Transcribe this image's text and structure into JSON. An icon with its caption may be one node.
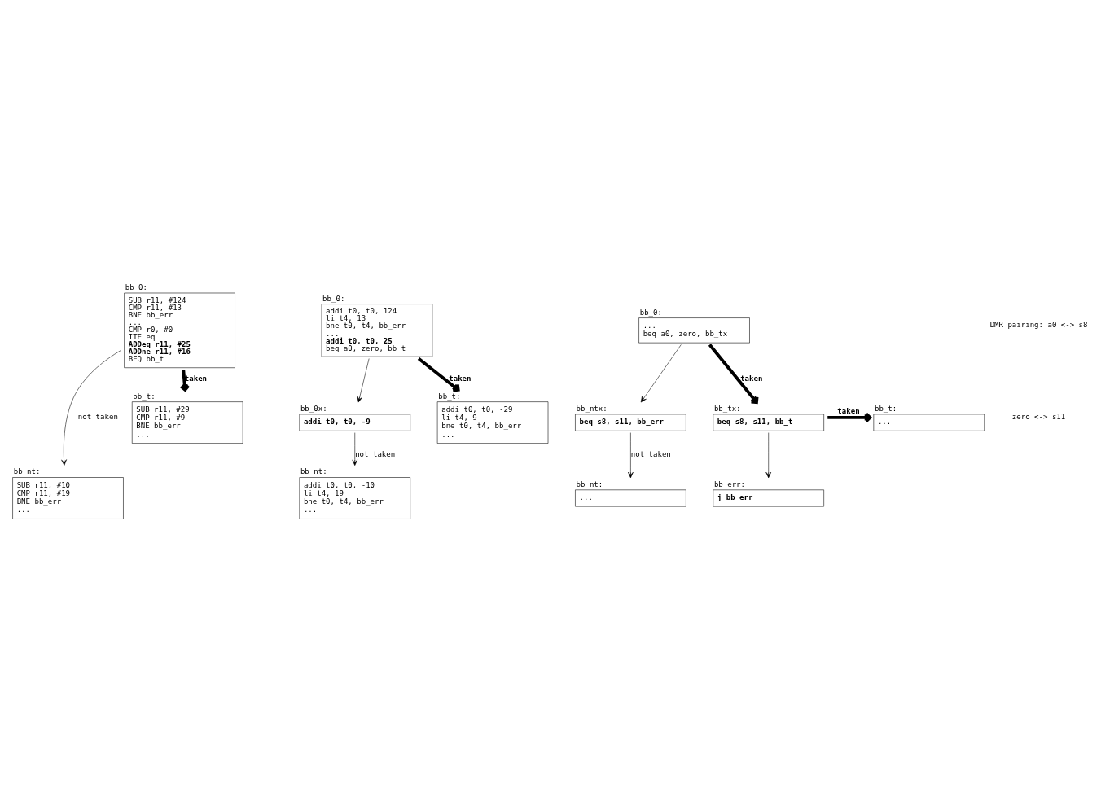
{
  "diagram": {
    "nodes": [
      {
        "text": [
          "bb_0:",
          "SUB r11, #124",
          "CMP r11, #13",
          "BNE bb_err",
          "...",
          "CMP r0, #0",
          "ITE eq",
          "ADDeq r11, #25",
          "ADDne r11, #16",
          "BEQ bb_t"
        ]
      },
      {
        "text": [
          "bb_nt:",
          "SUB r11, #10",
          "CMP r11, #19",
          "BNE bb_err",
          "..."
        ]
      },
      {
        "text": [
          "bb_t:",
          "SUB r11, #29",
          "CMP r11, #9",
          "BNE bb_err",
          "..."
        ]
      },
      {
        "text": [
          "bb_0:",
          "addi t0, t0, 124",
          "li t4, 13",
          "bne t0, t4, bb_err",
          "...",
          "addi t0, t0, 25",
          "beq a0, zero, bb_t"
        ]
      },
      {
        "text": [
          "bb_0x:",
          "addi t0, t0, -9"
        ]
      },
      {
        "text": [
          "bb_nt:",
          "addi t0, t0, -10",
          "li t4, 19",
          "bne t0, t4, bb_err",
          "..."
        ]
      },
      {
        "text": [
          "bb_t:",
          "addi t0, t0, -29",
          "li t4, 9",
          "bne t0, t4, bb_err",
          "..."
        ]
      },
      {
        "text": [
          "bb_0:",
          "...",
          "beq a0, zero, bb_tx"
        ]
      },
      {
        "text": [
          "bb_ntx:",
          "beq s8, s11, bb_err"
        ]
      },
      {
        "text": [
          "bb_nt:",
          "..."
        ]
      },
      {
        "text": [
          "bb_t:",
          "..."
        ]
      },
      {
        "text": [
          "bb_tx:",
          "beq s8, s11, bb_t"
        ]
      },
      {
        "text": [
          "bb_err:",
          "j bb_err"
        ]
      }
    ],
    "edges": [
      {
        "from": 0,
        "to": 1,
        "arrow": "to",
        "label": "not taken"
      },
      {
        "from": 0,
        "to": 2,
        "arrow": "to",
        "label": "taken",
        "style": "thick"
      },
      {
        "from": 3,
        "to": 4,
        "arrow": "to"
      },
      {
        "from": 4,
        "to": 5,
        "arrow": "to",
        "label": "not taken"
      },
      {
        "from": 3,
        "to": 6,
        "arrow": "to",
        "label": "taken",
        "style": "thick"
      },
      {
        "from": 7,
        "to": 8,
        "arrow": "to"
      },
      {
        "from": 8,
        "to": 9,
        "arrow": "to",
        "label": "not taken"
      },
      {
        "from": 7,
        "to": 11,
        "arrow": "to",
        "label": "taken",
        "style": "thick"
      },
      {
        "from": 11,
        "to": 10,
        "arrow": "to",
        "label": "taken",
        "style": "thick"
      },
      {
        "from": 11,
        "to": 12,
        "arrow": "to"
      }
    ],
    "labels": [
      "DMR pairing: a0 <-> s8",
      "zero <-> s11"
    ]
  }
}
